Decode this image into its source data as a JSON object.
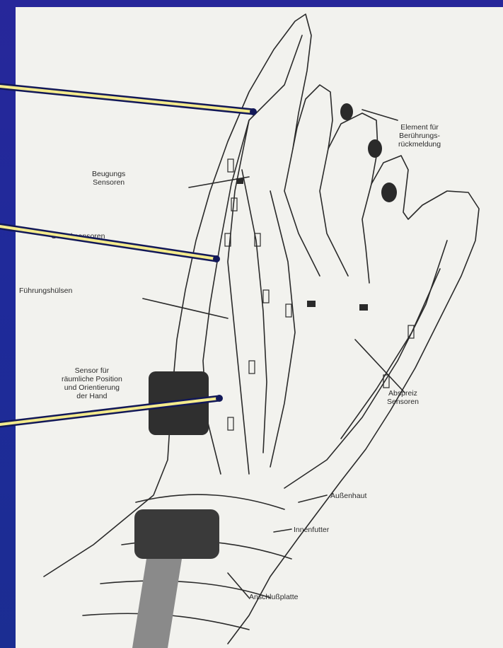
{
  "colors": {
    "background": "#23299a",
    "pointer_fill": "#f3ea8c",
    "pointer_outline": "#121858",
    "drawing_ink": "#2a2a2a",
    "paper": "#f2f2ee"
  },
  "labels": {
    "element_beruehrung_1": "Element für",
    "element_beruehrung_2": "Berührungs-",
    "element_beruehrung_3": "rückmeldung",
    "beugungs_1": "Beugungs",
    "beugungs_2": "Sensoren",
    "gelenk": "Gelenksensoren",
    "fuehrung": "Führungshülsen",
    "sensor_1": "Sensor für",
    "sensor_2": "räumliche Position",
    "sensor_3": "und Orientierung",
    "sensor_4": "der Hand",
    "abspreiz_1": "Abspreiz",
    "abspreiz_2": "Sensoren",
    "aussenhaut": "Außenhaut",
    "innenfutter": "Innenfutter",
    "anschluss": "Anschlußplatte"
  },
  "pointers": [
    "pointer-top",
    "pointer-middle",
    "pointer-bottom"
  ]
}
